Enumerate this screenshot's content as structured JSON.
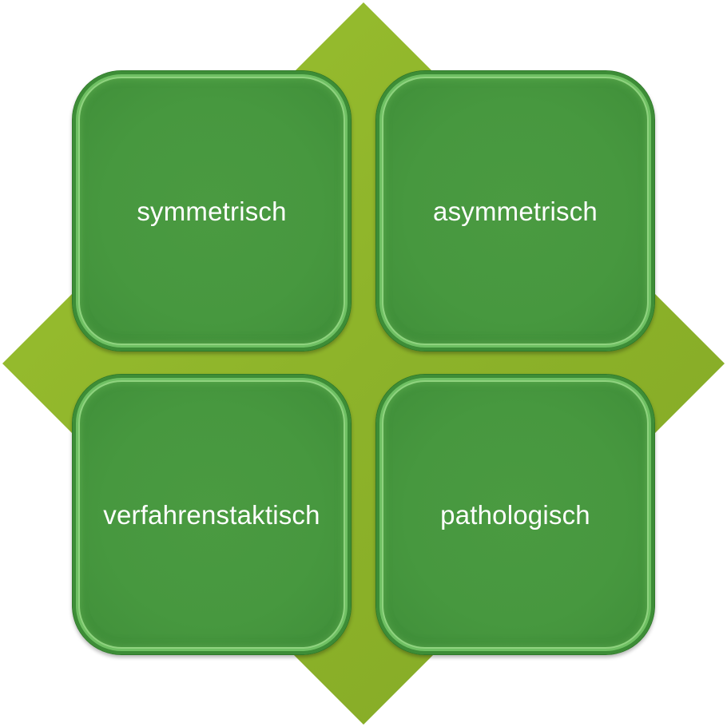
{
  "diagram": {
    "background_color": "#ffffff",
    "diamond_color": "#8db32a",
    "tile_color": "#47983f",
    "text_color": "#ffffff",
    "tiles": [
      {
        "label": "symmetrisch"
      },
      {
        "label": "asymmetrisch"
      },
      {
        "label": "verfahrenstaktisch"
      },
      {
        "label": "pathologisch"
      }
    ]
  }
}
